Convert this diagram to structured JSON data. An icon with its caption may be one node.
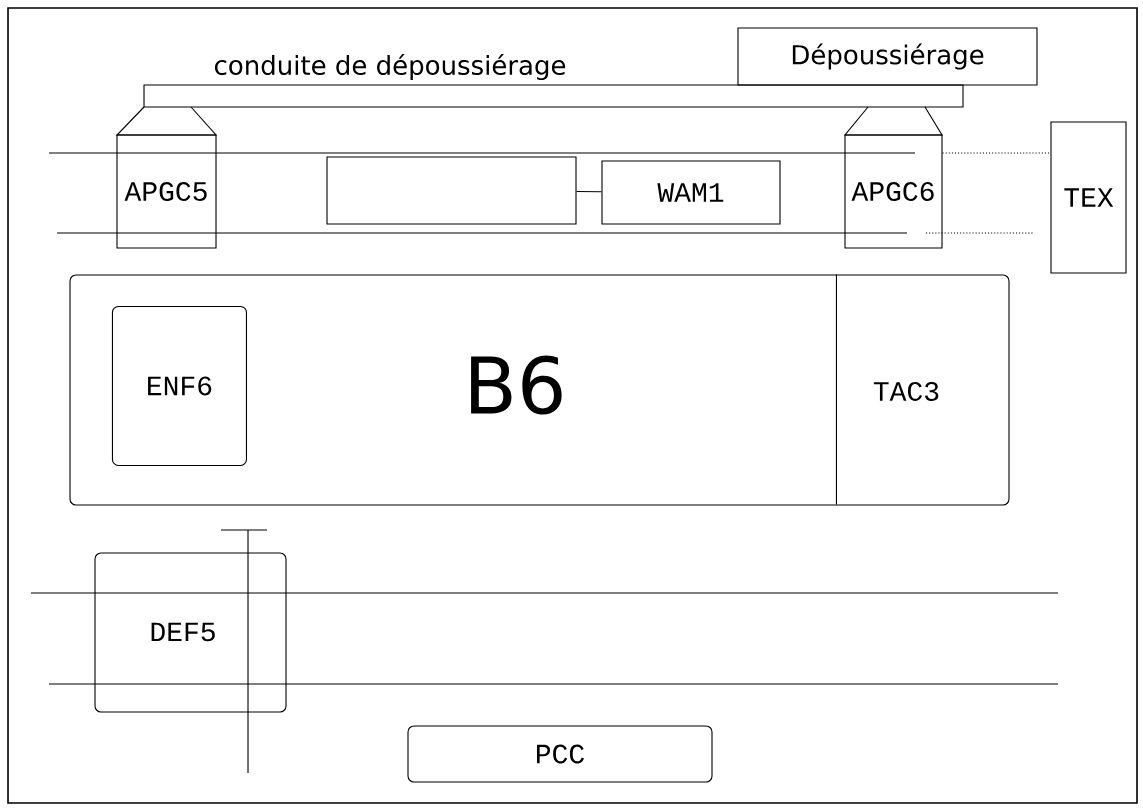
{
  "diagram": {
    "nodes": [
      {
        "text": [
          "conduite de dépoussiérage"
        ]
      },
      {
        "text": [
          "Dépoussiérage"
        ]
      },
      {
        "text": [
          "APGC5"
        ]
      },
      {
        "text": [],
        "shape": "box"
      },
      {
        "text": [
          "WAM1"
        ]
      },
      {
        "text": [
          "APGC6"
        ]
      },
      {
        "text": [
          "TEX"
        ]
      },
      {
        "text": [
          "B6"
        ]
      },
      {
        "text": [
          "ENF6"
        ],
        "in": 7
      },
      {
        "text": [
          "TAC3"
        ],
        "in": 7
      },
      {
        "text": [
          "DEF5"
        ]
      },
      {
        "text": [
          "PCC"
        ]
      }
    ],
    "edges": [
      {
        "from": 3,
        "to": 4,
        "arrow": "none"
      },
      {
        "from": 5,
        "to": 6,
        "arrow": "none",
        "style": "dashed"
      }
    ]
  }
}
